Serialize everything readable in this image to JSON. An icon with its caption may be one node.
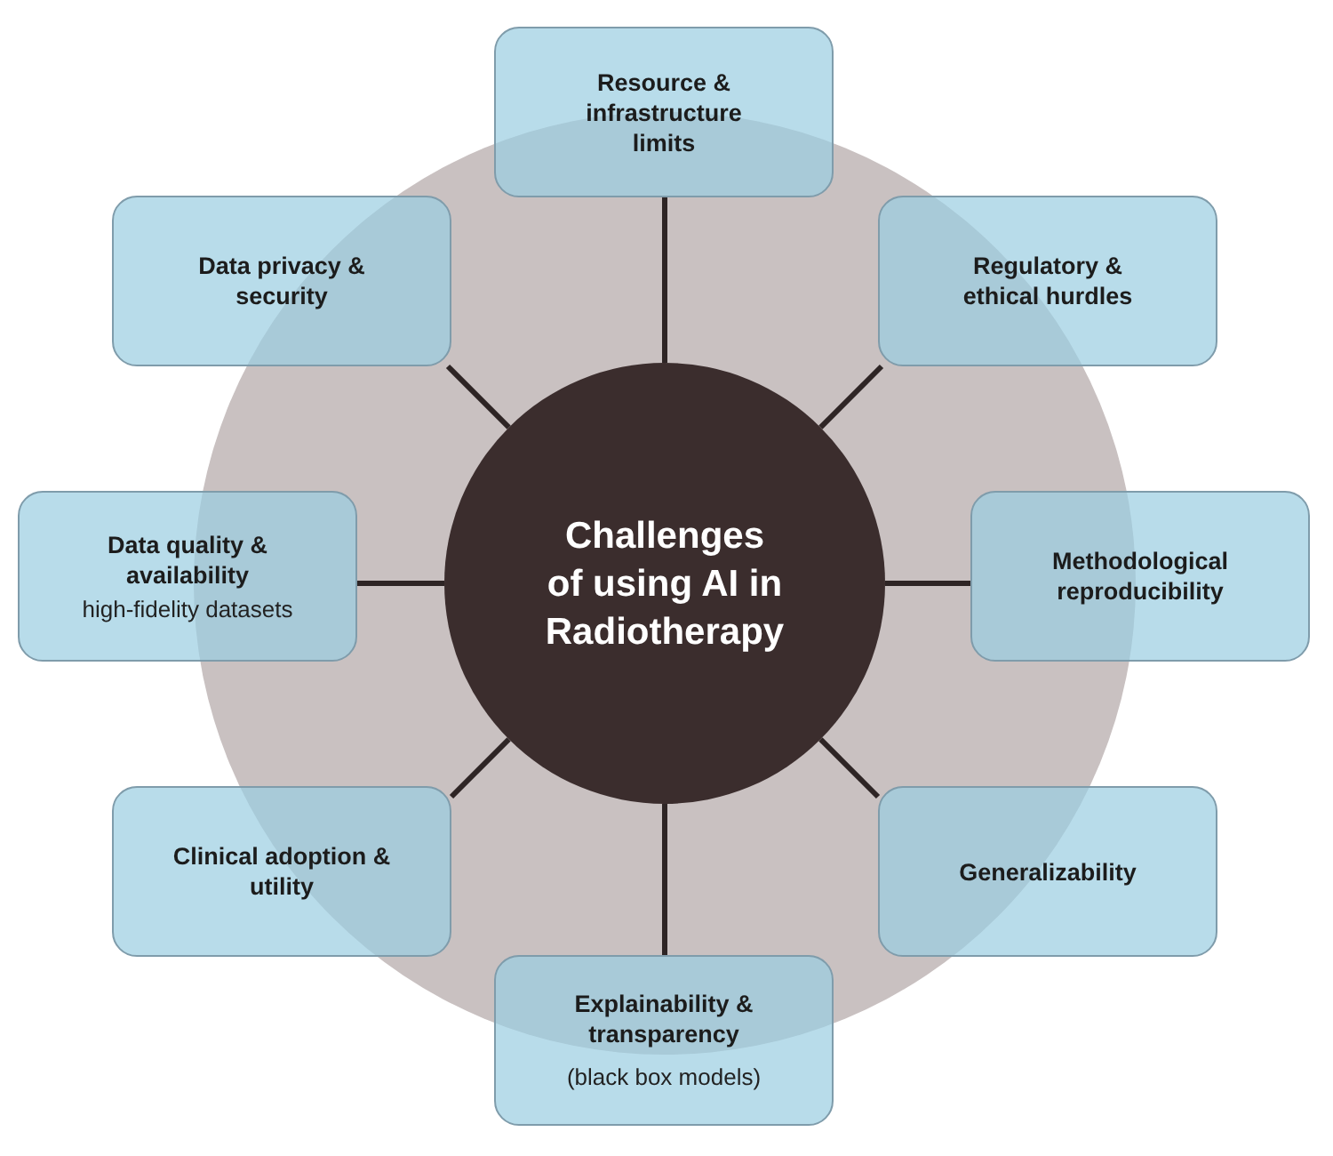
{
  "diagram": {
    "nodes": [
      {
        "text": [
          "Challenges of using AI in Radiotherapy"
        ]
      },
      {
        "text": [
          "Resource & infrastructure limits"
        ]
      },
      {
        "text": [
          "Data privacy & security"
        ]
      },
      {
        "text": [
          "Regulatory & ethical hurdles"
        ]
      },
      {
        "text": [
          "Data quality & availability",
          "high-fidelity datasets"
        ]
      },
      {
        "text": [
          "Methodological reproducibility"
        ]
      },
      {
        "text": [
          "Clinical adoption & utility"
        ]
      },
      {
        "text": [
          "Generalizability"
        ]
      },
      {
        "text": [
          "Explainability & transparency",
          "(black box models)"
        ]
      }
    ],
    "edges": [
      {
        "from": 0,
        "to": 1,
        "arrow": "none"
      },
      {
        "from": 0,
        "to": 2,
        "arrow": "none"
      },
      {
        "from": 0,
        "to": 3,
        "arrow": "none"
      },
      {
        "from": 0,
        "to": 4,
        "arrow": "none"
      },
      {
        "from": 0,
        "to": 5,
        "arrow": "none"
      },
      {
        "from": 0,
        "to": 6,
        "arrow": "none"
      },
      {
        "from": 0,
        "to": 7,
        "arrow": "none"
      },
      {
        "from": 0,
        "to": 8,
        "arrow": "none"
      }
    ]
  }
}
